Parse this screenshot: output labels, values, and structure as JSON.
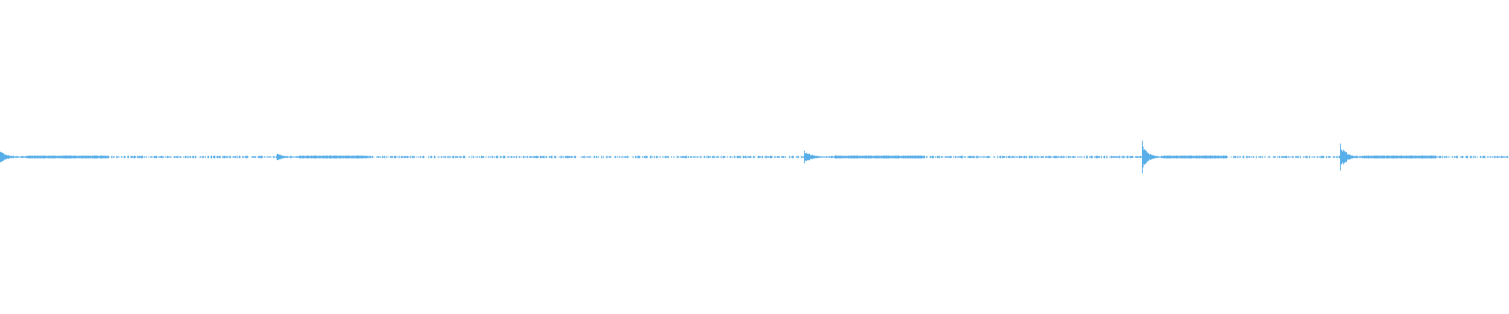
{
  "waveform": {
    "color": "#58aee8",
    "background": "#ffffff",
    "transients": [
      {
        "position": 0.0,
        "peak": 0.02,
        "decay": 0.018
      },
      {
        "position": 0.183,
        "peak": 0.016,
        "decay": 0.015
      },
      {
        "position": 0.533,
        "peak": 0.022,
        "decay": 0.02
      },
      {
        "position": 0.757,
        "peak": 0.055,
        "decay": 0.014
      },
      {
        "position": 0.888,
        "peak": 0.05,
        "decay": 0.016
      }
    ],
    "noise_floor": 0.004,
    "gap_density": 0.35
  }
}
